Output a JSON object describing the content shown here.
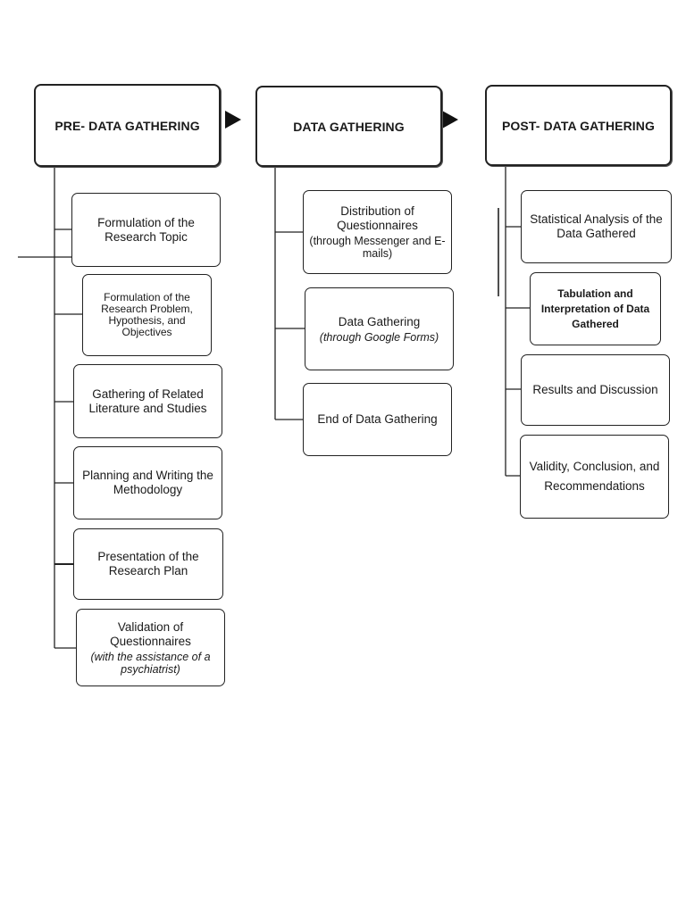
{
  "columns": [
    {
      "title": "PRE- DATA GATHERING",
      "steps": [
        {
          "label": "Formulation of the Research Topic"
        },
        {
          "label": "Formulation of the Research Problem, Hypothesis, and Objectives"
        },
        {
          "label": "Gathering of Related Literature and Studies"
        },
        {
          "label": "Planning and Writing the Methodology"
        },
        {
          "label": "Presentation of the Research Plan"
        },
        {
          "label": "Validation of Questionnaires",
          "note": "(with the assistance of a psychiatrist)"
        }
      ]
    },
    {
      "title": "DATA GATHERING",
      "steps": [
        {
          "label": "Distribution of Questionnaires",
          "note": "(through Messenger and E-mails)"
        },
        {
          "label": "Data Gathering",
          "note": "(through Google Forms)"
        },
        {
          "label": "End of Data Gathering"
        }
      ]
    },
    {
      "title": "POST- DATA GATHERING",
      "steps": [
        {
          "label": "Statistical Analysis of the Data Gathered"
        },
        {
          "label": "Tabulation and Interpretation of Data Gathered"
        },
        {
          "label": "Results and Discussion"
        },
        {
          "label": "Validity, Conclusion, and Recommendations"
        }
      ]
    }
  ],
  "colors": {
    "line": "#222222",
    "box_border": "#222222",
    "background": "#ffffff"
  }
}
